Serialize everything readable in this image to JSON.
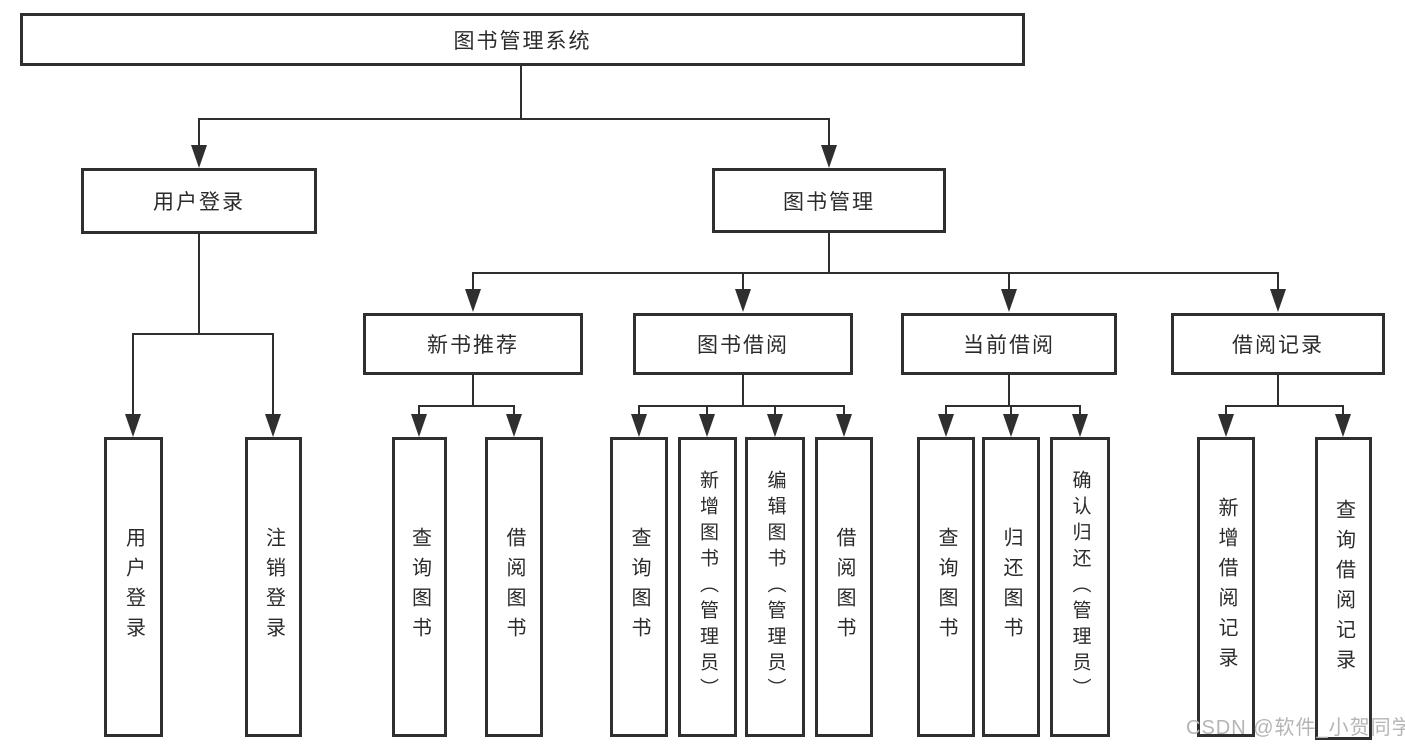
{
  "diagram": {
    "root": {
      "label": "图书管理系统"
    },
    "level2": [
      {
        "label": "用户登录"
      },
      {
        "label": "图书管理"
      }
    ],
    "level3": [
      {
        "label": "新书推荐"
      },
      {
        "label": "图书借阅"
      },
      {
        "label": "当前借阅"
      },
      {
        "label": "借阅记录"
      }
    ],
    "leaves": {
      "user_login": [
        {
          "label": "用户登录"
        },
        {
          "label": "注销登录"
        }
      ],
      "new_book": [
        {
          "label": "查询图书"
        },
        {
          "label": "借阅图书"
        }
      ],
      "book_borrow": [
        {
          "label": "查询图书"
        },
        {
          "label": "新增图书（管理员）"
        },
        {
          "label": "编辑图书（管理员）"
        },
        {
          "label": "借阅图书"
        }
      ],
      "current_borrow": [
        {
          "label": "查询图书"
        },
        {
          "label": "归还图书"
        },
        {
          "label": "确认归还（管理员）"
        }
      ],
      "borrow_record": [
        {
          "label": "新增借阅记录"
        },
        {
          "label": "查询借阅记录"
        }
      ]
    }
  },
  "watermark": {
    "text": "CSDN @软件_小贺同学"
  },
  "colors": {
    "line": "#2f2f2f",
    "box_border": "#2f2f2f",
    "text": "#2b2b2b",
    "watermark": "#b5b5b5",
    "background": "#ffffff"
  }
}
